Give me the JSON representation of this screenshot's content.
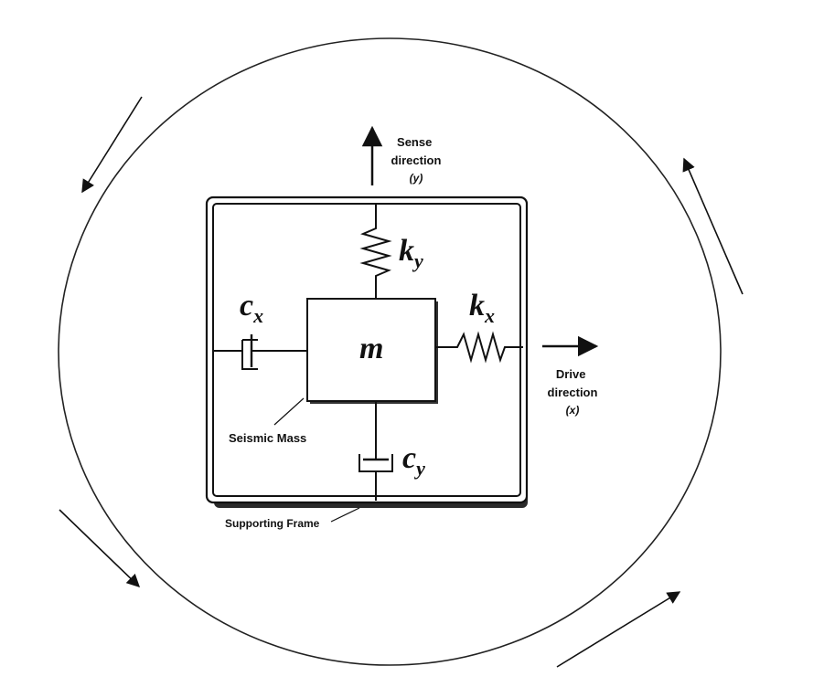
{
  "labels": {
    "sense_line1": "Sense",
    "sense_line2": "direction",
    "sense_axis": "(y)",
    "drive_line1": "Drive",
    "drive_line2": "direction",
    "drive_axis": "(x)",
    "mass": "m",
    "seismic_mass": "Seismic Mass",
    "supporting_frame": "Supporting Frame",
    "ky_base": "k",
    "ky_sub": "y",
    "kx_base": "k",
    "kx_sub": "x",
    "cx_base": "c",
    "cx_sub": "x",
    "cy_base": "c",
    "cy_sub": "y"
  },
  "colors": {
    "line": "#111111",
    "frame_shadow": "#222222",
    "background": "#ffffff"
  }
}
